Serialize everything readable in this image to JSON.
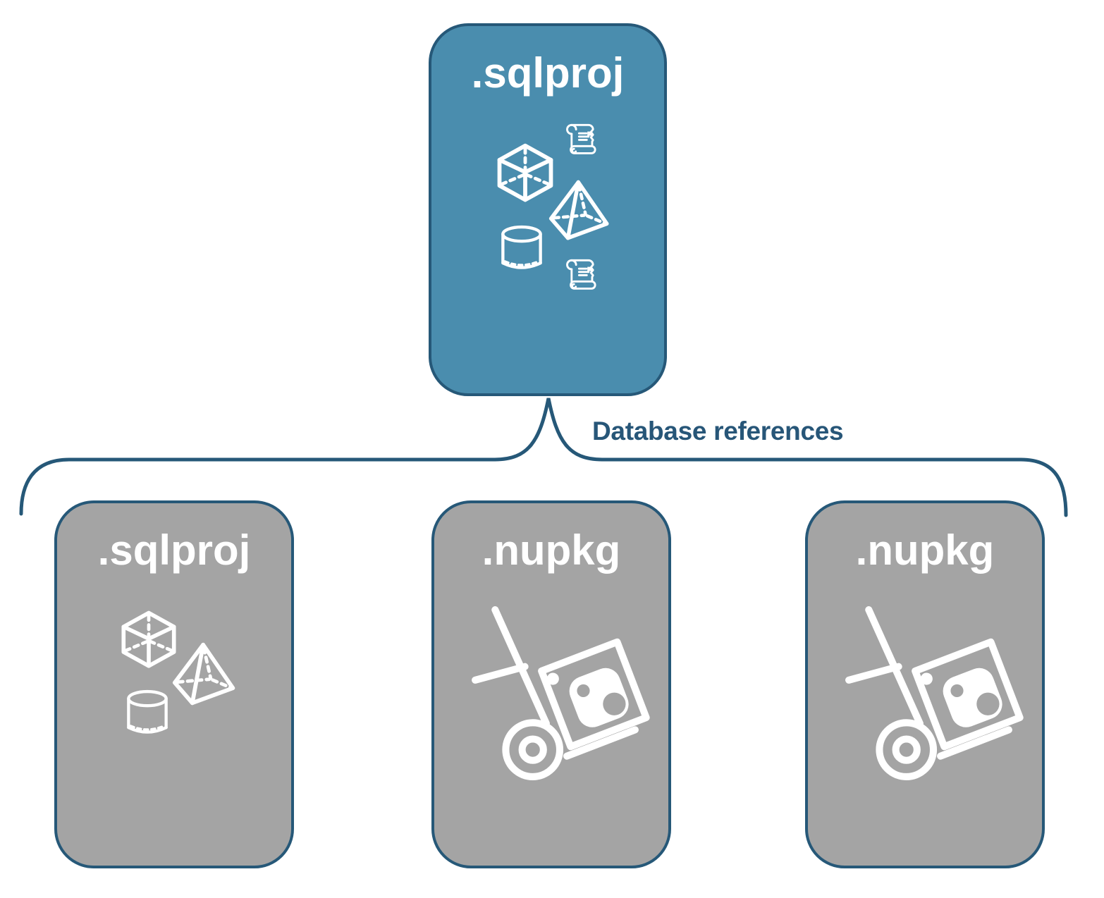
{
  "connector": {
    "label": "Database references"
  },
  "cards": {
    "root": {
      "label": ".sqlproj"
    },
    "children": [
      {
        "label": ".sqlproj"
      },
      {
        "label": ".nupkg"
      },
      {
        "label": ".nupkg"
      }
    ]
  },
  "icons": {
    "root_card": [
      "script-scroll-icon",
      "cube-icon",
      "pyramid-icon",
      "database-cylinder-icon",
      "script-scroll-icon"
    ],
    "child_sqlproj": [
      "cube-icon",
      "pyramid-icon",
      "database-cylinder-icon"
    ],
    "child_nupkg": [
      "nuget-package-dolly-icon"
    ]
  },
  "colors": {
    "accent_teal": "#4a8dae",
    "card_gray": "#a4a4a4",
    "outline_navy": "#265878",
    "label_navy": "#275678",
    "icon_white": "#ffffff",
    "background": "#ffffff"
  }
}
